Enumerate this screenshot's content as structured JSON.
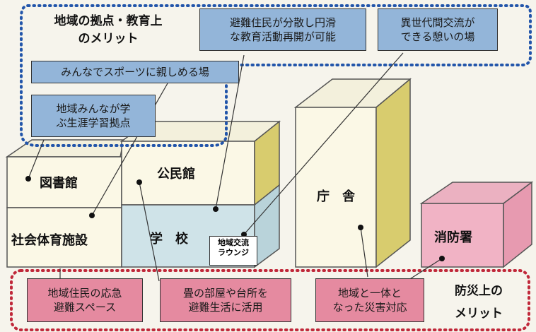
{
  "top_group": {
    "title_line1": "地域の拠点・教育上",
    "title_line2": "のメリット",
    "callouts": [
      {
        "line1": "避難住民が分散し円滑",
        "line2": "な教育活動再開が可能"
      },
      {
        "line1": "異世代間交流が",
        "line2": "できる憩いの場"
      },
      {
        "line1": "みんなでスポーツに親しめる場"
      },
      {
        "line1": "地域みんなが学",
        "line2": "ぶ生涯学習拠点"
      }
    ]
  },
  "bottom_group": {
    "title_line1": "防災上の",
    "title_line2": "メリット",
    "callouts": [
      {
        "line1": "地域住民の応急",
        "line2": "避難スペース"
      },
      {
        "line1": "畳の部屋や台所を",
        "line2": "避難生活に活用"
      },
      {
        "line1": "地域と一体と",
        "line2": "なった災害対応"
      }
    ]
  },
  "buildings": {
    "library": "図書館",
    "community_hall": "公民館",
    "sports_facility": "社会体育施設",
    "school": "学　校",
    "lounge_line1": "地域交流",
    "lounge_line2": "ラウンジ",
    "office": "庁　舎",
    "fire_station": "消防署"
  },
  "colors": {
    "blue_callout": "#93b5d9",
    "pink_callout": "#e58aa0",
    "blue_dots": "#2255aa",
    "red_dots": "#c0283a",
    "cream": "#fbf8e6",
    "yellow_side": "#d8cc6e",
    "school_front": "#cfe3e8",
    "fire_front": "#f1b3c5"
  }
}
